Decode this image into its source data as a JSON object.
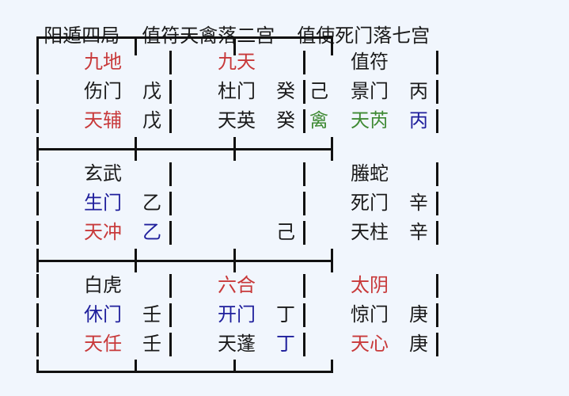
{
  "header": {
    "ju": "阳遁四局",
    "zhifu": "值符天禽落二宫",
    "zhishi": "值使死门落七宫"
  },
  "colors": {
    "red": "#c8393a",
    "blue": "#1f1f9c",
    "green": "#3f8a34",
    "black": "#1a1a1a",
    "background": "#f1f6fd"
  },
  "grid": {
    "rows": [
      {
        "cells": [
          {
            "god": "九地",
            "god_color": "red",
            "door": "伤门",
            "door_color": "black",
            "door_stem": "戊",
            "door_stem_color": "black",
            "star": "天辅",
            "star_color": "red",
            "star_stem": "戊",
            "star_stem_color": "black"
          },
          {
            "god": "九天",
            "god_color": "red",
            "door": "杜门",
            "door_color": "black",
            "door_stem": "癸",
            "door_stem_color": "black",
            "star": "天英",
            "star_color": "black",
            "star_stem": "癸",
            "star_stem_color": "black",
            "extra_door_line": "己",
            "extra_door_line_color": "black",
            "extra_star_line": "禽",
            "extra_star_line_color": "green"
          },
          {
            "god": "值符",
            "god_color": "black",
            "door": "景门",
            "door_color": "black",
            "door_stem": "丙",
            "door_stem_color": "black",
            "star": "天芮",
            "star_color": "green",
            "star_stem": "丙",
            "star_stem_color": "blue"
          }
        ]
      },
      {
        "cells": [
          {
            "god": "玄武",
            "god_color": "black",
            "door": "生门",
            "door_color": "blue",
            "door_stem": "乙",
            "door_stem_color": "black",
            "star": "天冲",
            "star_color": "red",
            "star_stem": "乙",
            "star_stem_color": "blue"
          },
          {
            "god": "",
            "door": "",
            "door_stem": "",
            "star": "",
            "star_stem": "己",
            "star_stem_color": "black"
          },
          {
            "god": "螣蛇",
            "god_color": "black",
            "door": "死门",
            "door_color": "black",
            "door_stem": "辛",
            "door_stem_color": "black",
            "star": "天柱",
            "star_color": "black",
            "star_stem": "辛",
            "star_stem_color": "black"
          }
        ]
      },
      {
        "cells": [
          {
            "god": "白虎",
            "god_color": "black",
            "door": "休门",
            "door_color": "blue",
            "door_stem": "壬",
            "door_stem_color": "black",
            "star": "天任",
            "star_color": "red",
            "star_stem": "壬",
            "star_stem_color": "black"
          },
          {
            "god": "六合",
            "god_color": "red",
            "door": "开门",
            "door_color": "blue",
            "door_stem": "丁",
            "door_stem_color": "black",
            "star": "天蓬",
            "star_color": "black",
            "star_stem": "丁",
            "star_stem_color": "blue"
          },
          {
            "god": "太阴",
            "god_color": "red",
            "door": "惊门",
            "door_color": "black",
            "door_stem": "庚",
            "door_stem_color": "black",
            "star": "天心",
            "star_color": "red",
            "star_stem": "庚",
            "star_stem_color": "black"
          }
        ]
      }
    ]
  }
}
